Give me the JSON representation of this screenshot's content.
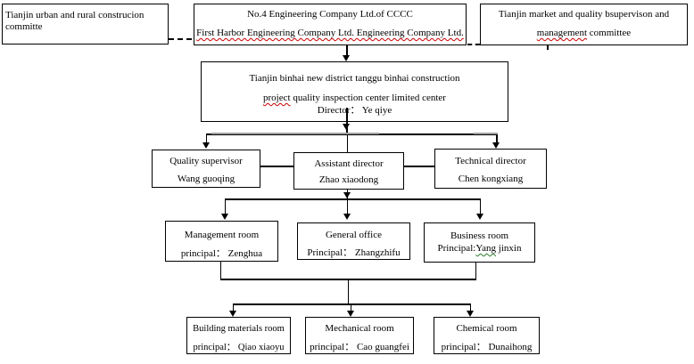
{
  "colors": {
    "line": "#000000",
    "connector_gray": "#a0a0a0",
    "spell_underline_red": "#cc0000",
    "grammar_underline_green": "#2a7a2a",
    "background": "#ffffff"
  },
  "boxes": {
    "urban_committee": {
      "line1": "Tianjin urban and rural  construcion committe"
    },
    "engineering_company": {
      "line1": "No.4 Engineering Company Ltd.of CCCC",
      "line2": "First Harbor Engineering Company Ltd. Engineering Company Ltd."
    },
    "market_committee": {
      "line1": "Tianjin market and quality bsupervison and",
      "line2_word": "management",
      "line2_rest": " committee"
    },
    "inspection_center": {
      "line1": "Tianjin binhai new district tanggu binhai construction",
      "line2_word": "project",
      "line2_rest": " quality inspection center limited center",
      "line3": "Director： Ye qiye"
    },
    "quality_supervisor": {
      "line1": "Quality supervisor",
      "line2": "Wang guoqing"
    },
    "assistant_director": {
      "line1": "Assistant director",
      "line2": "Zhao xiaodong"
    },
    "technical_director": {
      "line1": "Technical director",
      "line2": "Chen kongxiang"
    },
    "management_room": {
      "line1": "Management room",
      "line2": "principal： Zenghua"
    },
    "general_office": {
      "line1": "General office",
      "line2": "Principal： Zhangzhifu"
    },
    "business_room": {
      "line1": "Business room",
      "line2_pre": "Principal:",
      "line2_word": "Yang",
      "line2_rest": " jinxin"
    },
    "building_materials_room": {
      "line1": "Building materials room",
      "line2": "principal： Qiao xiaoyu"
    },
    "mechanical_room": {
      "line1": "Mechanical room",
      "line2": "principal： Cao guangfei"
    },
    "chemical_room": {
      "line1": "Chemical room",
      "line2": "principal： Dunaihong"
    }
  }
}
